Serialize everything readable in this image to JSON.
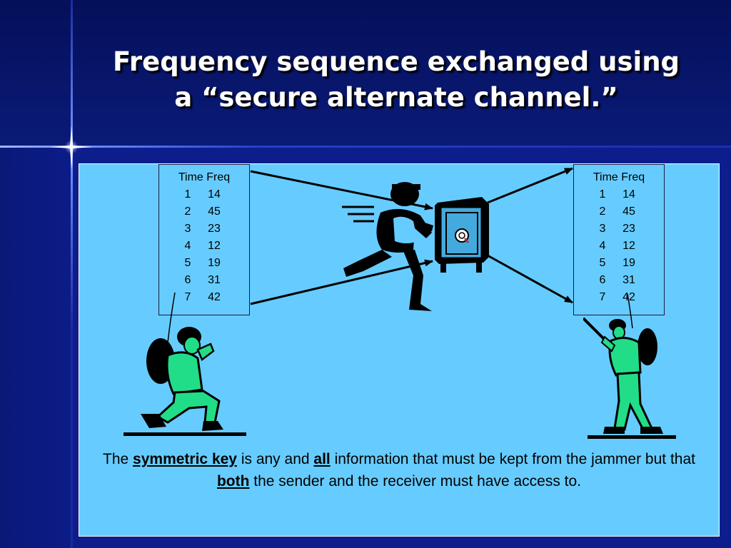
{
  "slide": {
    "title_line1": "Frequency sequence exchanged using",
    "title_line2": "a “secure alternate channel.”"
  },
  "table_header": "Time Freq",
  "left_table": [
    {
      "time": "1",
      "freq": "14"
    },
    {
      "time": "2",
      "freq": "45"
    },
    {
      "time": "3",
      "freq": "23"
    },
    {
      "time": "4",
      "freq": "12"
    },
    {
      "time": "5",
      "freq": "19"
    },
    {
      "time": "6",
      "freq": "31"
    },
    {
      "time": "7",
      "freq": "42"
    }
  ],
  "right_table": [
    {
      "time": "1",
      "freq": "14"
    },
    {
      "time": "2",
      "freq": "45"
    },
    {
      "time": "3",
      "freq": "23"
    },
    {
      "time": "4",
      "freq": "12"
    },
    {
      "time": "5",
      "freq": "19"
    },
    {
      "time": "6",
      "freq": "31"
    },
    {
      "time": "7",
      "freq": "42"
    }
  ],
  "caption": {
    "t1": "The ",
    "k1": "symmetric key",
    "t2": " is any and ",
    "k2": "all",
    "t3": " information that must be kept from the jammer but that ",
    "k3": "both",
    "t4": " the sender and the receiver must have access to."
  },
  "colors": {
    "background": "#0d1e8c",
    "panel": "#66ccff",
    "soldier": "#22dd88",
    "safe": "#44aadd"
  },
  "icons": [
    "kneeling-soldier-icon",
    "standing-soldier-icon",
    "thief-icon",
    "safe-icon"
  ]
}
